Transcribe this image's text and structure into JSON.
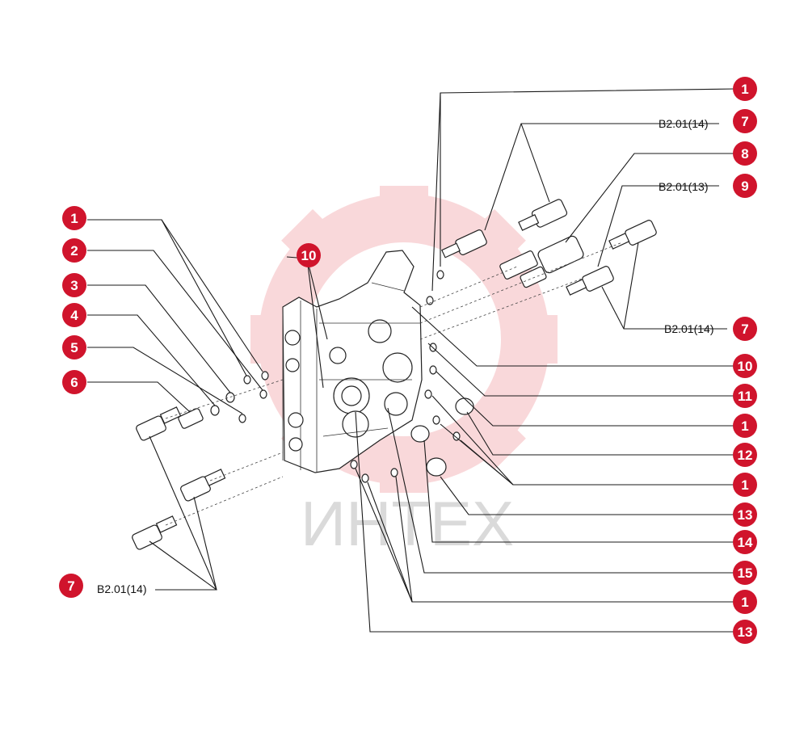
{
  "watermark": {
    "text": "ИНТЕХ",
    "color": "#e0303a"
  },
  "accent_color": "#d0142c",
  "callouts": [
    {
      "id": "c-1-top",
      "label": "1"
    },
    {
      "id": "c-7-a",
      "label": "7",
      "ref": "B2.01(14)"
    },
    {
      "id": "c-8",
      "label": "8"
    },
    {
      "id": "c-9",
      "label": "9",
      "ref": "B2.01(13)"
    },
    {
      "id": "c-7-b",
      "label": "7",
      "ref": "B2.01(14)"
    },
    {
      "id": "c-10-r",
      "label": "10"
    },
    {
      "id": "c-11",
      "label": "11"
    },
    {
      "id": "c-1-r2",
      "label": "1"
    },
    {
      "id": "c-12",
      "label": "12"
    },
    {
      "id": "c-1-r3",
      "label": "1"
    },
    {
      "id": "c-13-r",
      "label": "13"
    },
    {
      "id": "c-14",
      "label": "14"
    },
    {
      "id": "c-15",
      "label": "15"
    },
    {
      "id": "c-1-r4",
      "label": "1"
    },
    {
      "id": "c-13-b",
      "label": "13"
    },
    {
      "id": "c-1-l",
      "label": "1"
    },
    {
      "id": "c-2",
      "label": "2"
    },
    {
      "id": "c-3",
      "label": "3"
    },
    {
      "id": "c-4",
      "label": "4"
    },
    {
      "id": "c-5",
      "label": "5"
    },
    {
      "id": "c-6",
      "label": "6"
    },
    {
      "id": "c-10-top",
      "label": "10"
    },
    {
      "id": "c-7-l",
      "label": "7",
      "ref": "B2.01(14)"
    }
  ]
}
